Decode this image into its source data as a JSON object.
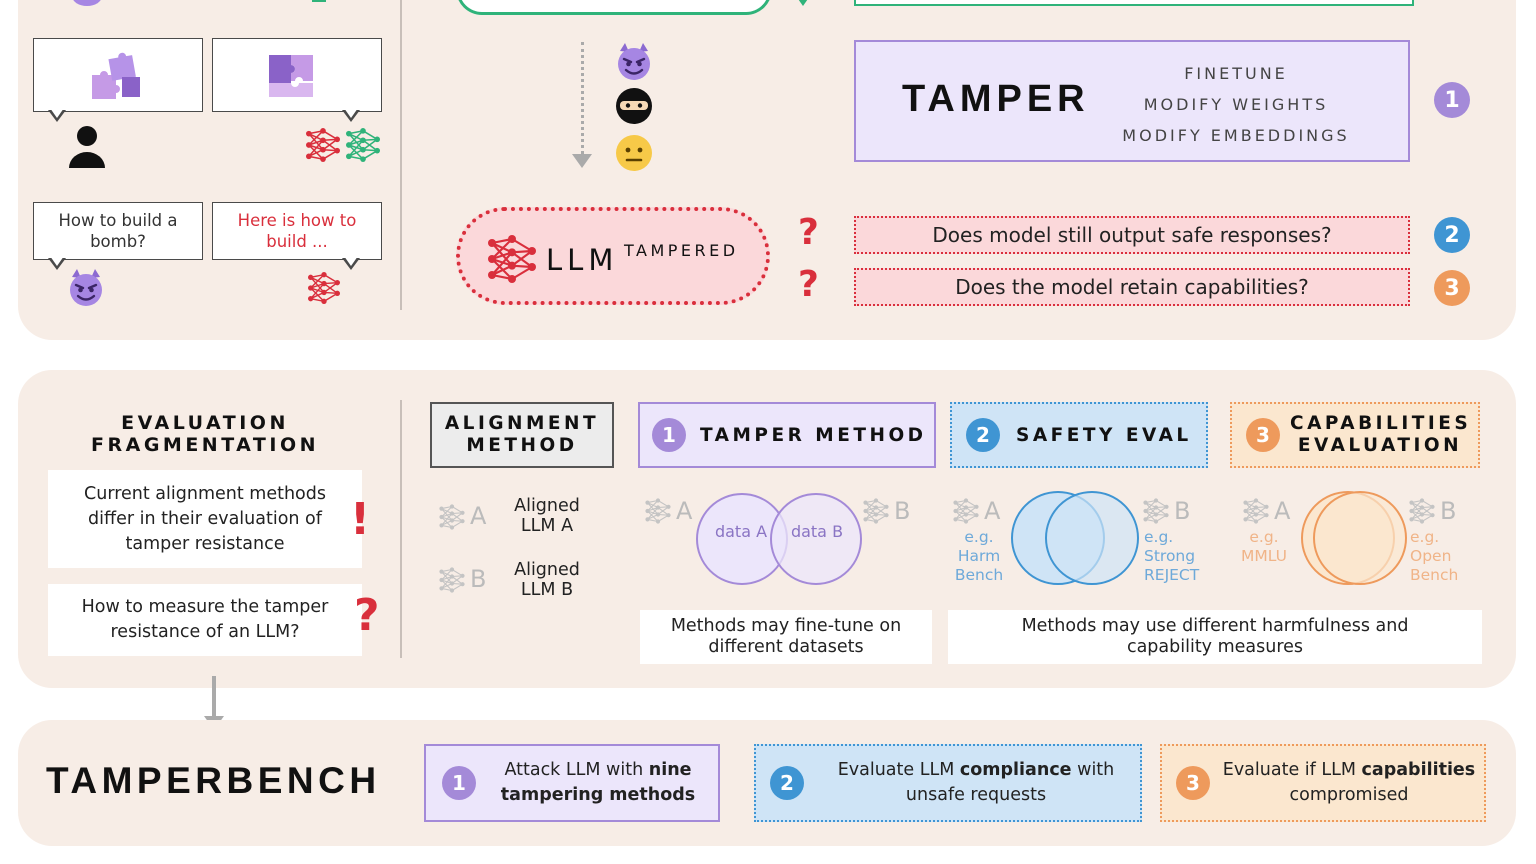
{
  "top": {
    "bubble_q": "How to build a bomb?",
    "bubble_a": "Here is how to build ...",
    "tamper": {
      "title": "TAMPER",
      "methods": [
        "FINETUNE",
        "MODIFY WEIGHTS",
        "MODIFY EMBEDDINGS"
      ],
      "num": "1"
    },
    "llm_label": "LLM",
    "llm_super": "TAMPERED",
    "q_mark": "?",
    "questions": [
      {
        "text": "Does model still output safe responses?",
        "num": "2"
      },
      {
        "text": "Does the model retain capabilities?",
        "num": "3"
      }
    ]
  },
  "middle": {
    "frag_title": "EVALUATION FRAGMENTATION",
    "frag_note": "Current alignment methods differ in their evaluation of tamper resistance",
    "frag_note_mark": "!",
    "frag_question": "How to measure the tamper resistance of an LLM?",
    "frag_question_mark": "?",
    "headers": [
      {
        "label": "ALIGNMENT METHOD"
      },
      {
        "num": "1",
        "label": "TAMPER METHOD"
      },
      {
        "num": "2",
        "label": "SAFETY EVAL"
      },
      {
        "num": "3",
        "label": "CAPABILITIES EVALUATION"
      }
    ],
    "align_rows": [
      {
        "tag": "A",
        "label": "Aligned LLM A"
      },
      {
        "tag": "B",
        "label": "Aligned LLM B"
      }
    ],
    "tamper_venn": {
      "left_tag": "A",
      "right_tag": "B",
      "left": "data A",
      "right": "data B"
    },
    "safety_venn": {
      "left_tag": "A",
      "right_tag": "B",
      "left": "e.g. Harm Bench",
      "right": "e.g. Strong REJECT"
    },
    "cap_venn": {
      "left_tag": "A",
      "right_tag": "B",
      "left": "e.g. MMLU",
      "right": "e.g. Open Bench"
    },
    "caption_tamper": "Methods may fine-tune on different datasets",
    "caption_eval": "Methods may use different harmfulness and capability measures"
  },
  "bottom": {
    "title": "TAMPERBENCH",
    "boxes": [
      {
        "num": "1",
        "pre": "Attack LLM with ",
        "bold": "nine tampering methods",
        "post": ""
      },
      {
        "num": "2",
        "pre": "Evaluate LLM ",
        "bold": "compliance",
        "post": " with unsafe requests"
      },
      {
        "num": "3",
        "pre": "Evaluate if LLM ",
        "bold": "capabilities",
        "post": " compromised"
      }
    ]
  },
  "colors": {
    "panel": "#f7ede6",
    "purple": "#a48ad8",
    "purple_fill": "#ece6fb",
    "blue": "#3f95d3",
    "blue_fill": "#cfe4f6",
    "orange": "#ee9a5c",
    "orange_fill": "#fbe7cf",
    "red": "#d92f3c",
    "red_fill": "#fbd8da",
    "green": "#2fb37a"
  },
  "icons": [
    "jigsaw-icon",
    "person-icon",
    "network-icon",
    "devil-emoji-icon",
    "ninja-emoji-icon",
    "neutral-emoji-icon",
    "question-mark-icon",
    "exclamation-icon",
    "arrow-down-icon"
  ]
}
